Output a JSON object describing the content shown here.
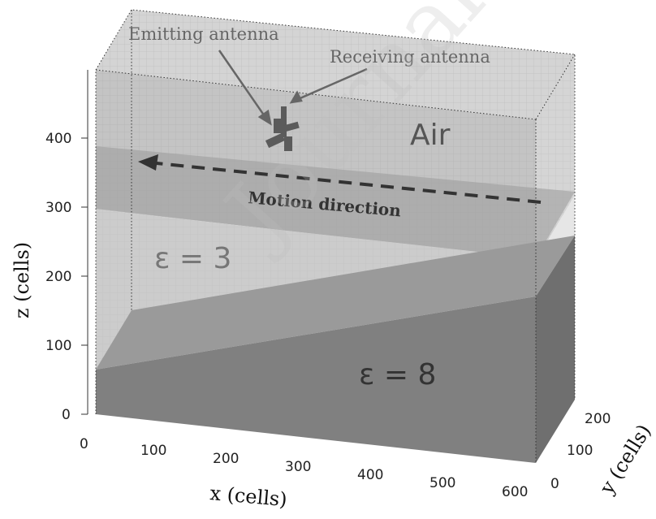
{
  "chart_data": {
    "type": "3d-diagram",
    "x_axis": {
      "label": "x (cells)",
      "ticks": [
        "0",
        "100",
        "200",
        "300",
        "400",
        "500",
        "600"
      ],
      "range": [
        0,
        600
      ]
    },
    "y_axis": {
      "label": "y (cells)",
      "ticks": [
        "0",
        "100",
        "200"
      ],
      "range": [
        0,
        200
      ]
    },
    "z_axis": {
      "label": "z (cells)",
      "ticks": [
        "0",
        "100",
        "200",
        "300",
        "400"
      ],
      "range": [
        0,
        480
      ]
    },
    "regions": [
      {
        "label": "Air",
        "color": "#bdbdbd"
      },
      {
        "label": "ε = 3",
        "color": "#cfcfcf"
      },
      {
        "label": "ε = 8",
        "color": "#7f7f7f"
      }
    ],
    "annotations": [
      "Emitting antenna",
      "Receiving antenna",
      "Motion direction"
    ],
    "watermark": "Journal"
  }
}
